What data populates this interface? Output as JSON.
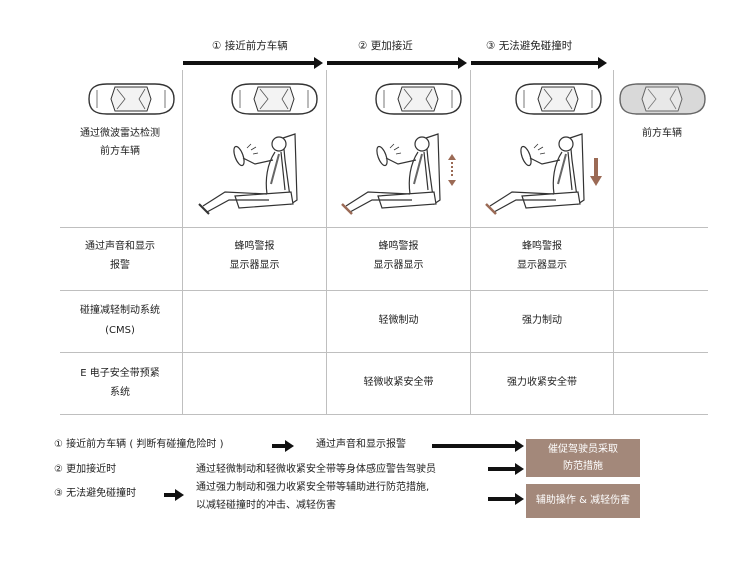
{
  "stages": [
    {
      "label": "① 接近前方车辆"
    },
    {
      "label": "② 更加接近"
    },
    {
      "label": "③ 无法避免碰撞时"
    }
  ],
  "left_caption": {
    "line1": "通过微波雷达检测",
    "line2": "前方车辆"
  },
  "right_caption": "前方车辆",
  "rows": [
    {
      "label_line1": "通过声音和显示",
      "label_line2": "报警",
      "cells": [
        {
          "line1": "蜂鸣警报",
          "line2": "显示器显示"
        },
        {
          "line1": "蜂鸣警报",
          "line2": "显示器显示"
        },
        {
          "line1": "蜂鸣警报",
          "line2": "显示器显示"
        }
      ]
    },
    {
      "label_line1": "碰撞减轻制动系统",
      "label_line2": "(CMS)",
      "cells": [
        {
          "line1": ""
        },
        {
          "line1": "轻微制动"
        },
        {
          "line1": "强力制动"
        }
      ]
    },
    {
      "label_line1": "E 电子安全带预紧",
      "label_line2": "系统",
      "cells": [
        {
          "line1": ""
        },
        {
          "line1": "轻微收紧安全带"
        },
        {
          "line1": "强力收紧安全带"
        }
      ]
    }
  ],
  "legend": {
    "item1": "① 接近前方车辆 ( 判断有碰撞危险时 )",
    "item1_result": "通过声音和显示报警",
    "item2": "② 更加接近时",
    "item3": "③ 无法避免碰撞时",
    "desc_line1": "通过轻微制动和轻微收紧安全带等身体感应警告驾驶员",
    "desc_line2": "通过强力制动和强力收紧安全带等辅助进行防范措施,",
    "desc_line3": "以减轻碰撞时的冲击、减轻伤害",
    "box1_line1": "催促驾驶员采取",
    "box1_line2": "防范措施",
    "box2": "辅助操作 & 减轻伤害"
  },
  "colors": {
    "accent_box": "#a3887a",
    "grid": "#bfbfbf",
    "arrow": "#111111",
    "brake_indicator": "#9b6a55"
  }
}
